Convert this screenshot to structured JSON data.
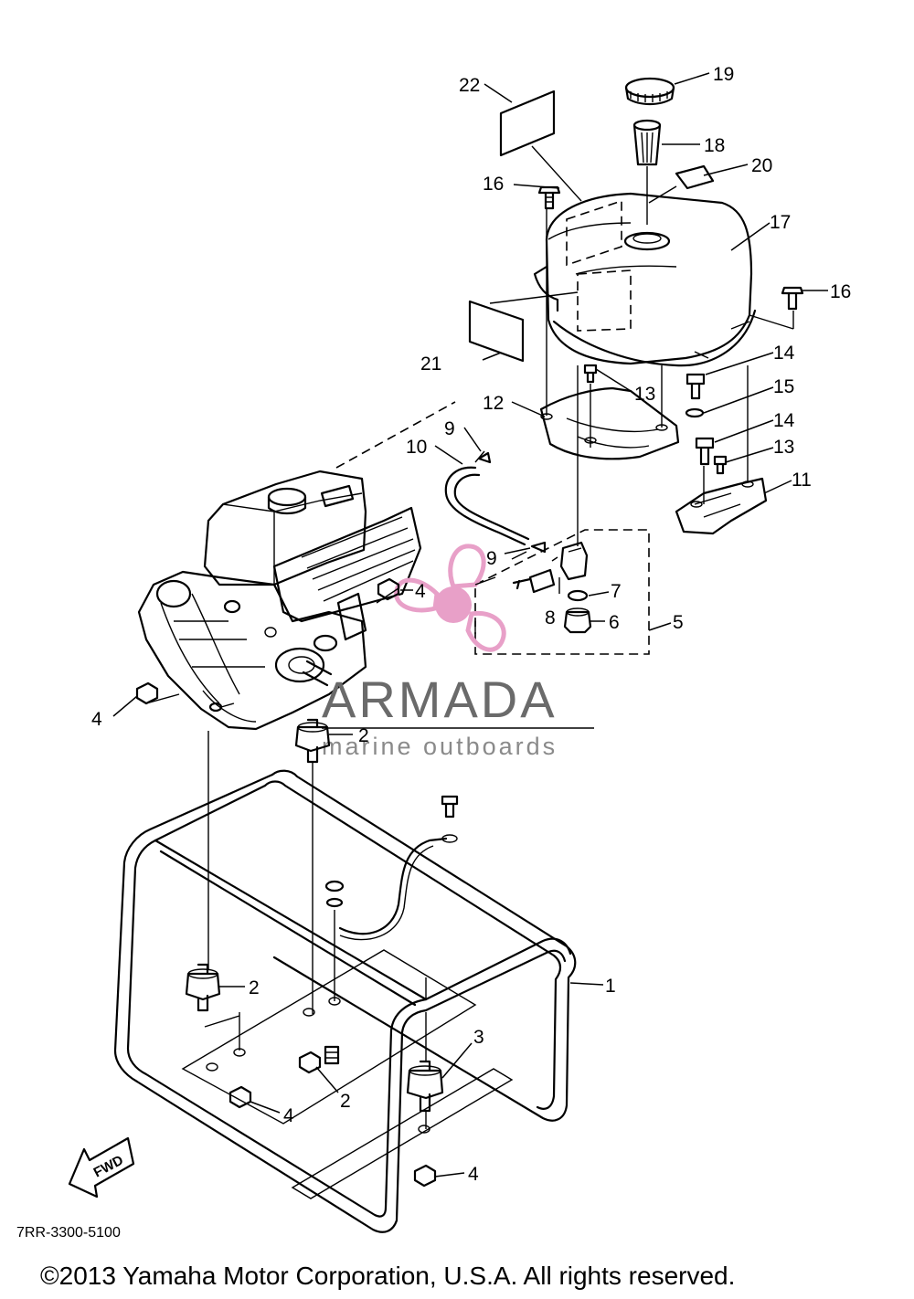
{
  "labels": {
    "l1": "1",
    "l2a": "2",
    "l2b": "2",
    "l2c": "2",
    "l3": "3",
    "l4a": "4",
    "l4b": "4",
    "l4c": "4",
    "l4d": "4",
    "l5": "5",
    "l6": "6",
    "l7": "7",
    "l8": "8",
    "l9a": "9",
    "l9b": "9",
    "l10": "10",
    "l11": "11",
    "l12": "12",
    "l13a": "13",
    "l13b": "13",
    "l14a": "14",
    "l14b": "14",
    "l15": "15",
    "l16a": "16",
    "l16b": "16",
    "l17": "17",
    "l18": "18",
    "l19": "19",
    "l20": "20",
    "l21": "21",
    "l22": "22"
  },
  "watermark": {
    "title": "ARMADA",
    "subtitle": "marine outboards",
    "logo_color": "#e8a0c8"
  },
  "fwd_arrow_label": "FWD",
  "diagram_code": "7RR-3300-5100",
  "copyright": "©2013 Yamaha Motor Corporation, U.S.A. All rights reserved."
}
